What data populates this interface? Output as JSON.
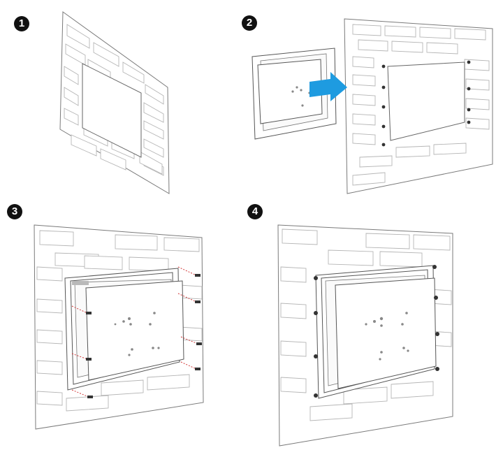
{
  "steps": [
    {
      "number": "1"
    },
    {
      "number": "2"
    },
    {
      "number": "3"
    },
    {
      "number": "4"
    }
  ],
  "colors": {
    "badge": "#111111",
    "arrow": "#1e9be0",
    "guide": "#d23a3a",
    "wall_line": "#7a7a7a"
  }
}
